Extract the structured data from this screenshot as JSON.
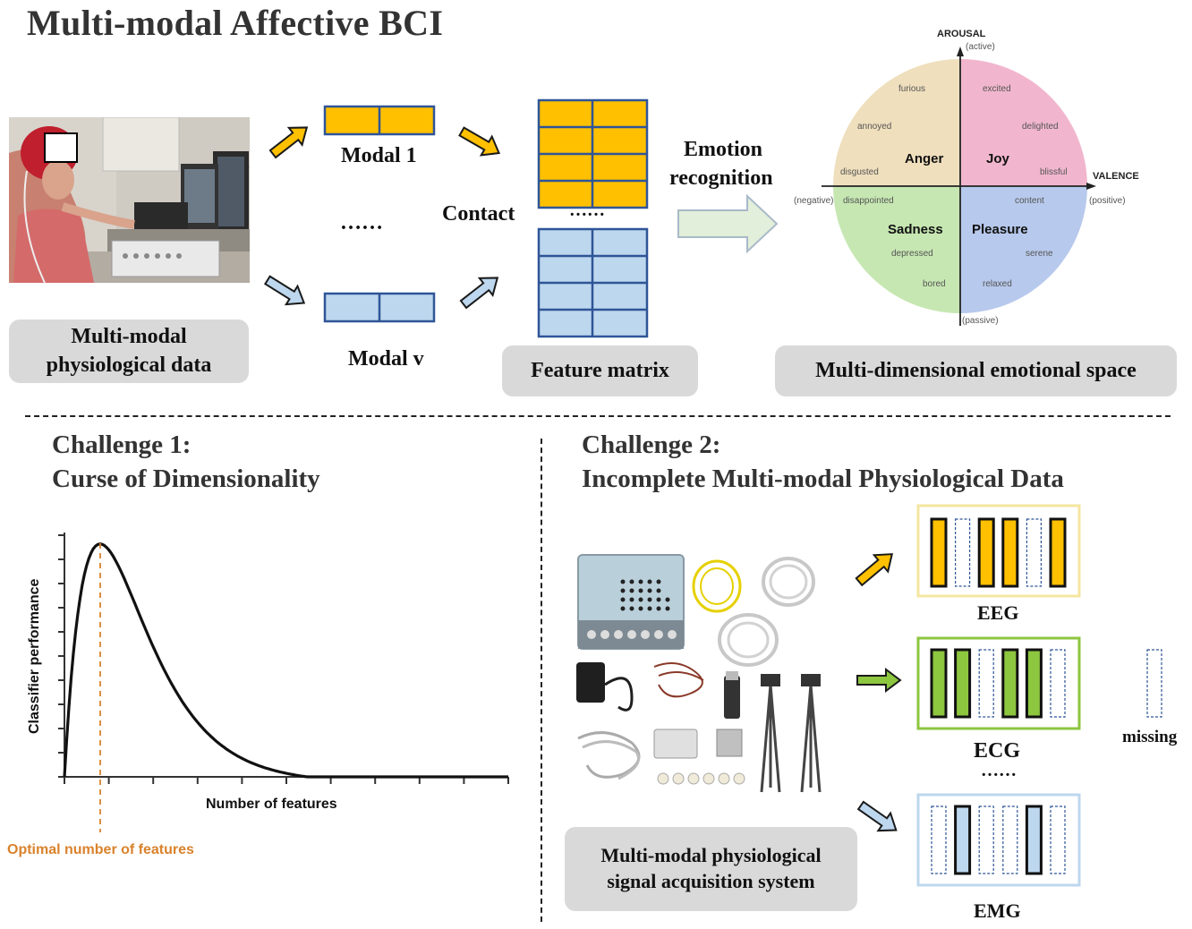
{
  "title": "Multi-modal Affective BCI",
  "top": {
    "data_label": "Multi-modal physiological data",
    "modal_1": "Modal 1",
    "modal_v": "Modal v",
    "ellipsis": "……",
    "contact": "Contact",
    "feature_dots": "……",
    "feature_label": "Feature matrix",
    "emotion_recognition": [
      "Emotion",
      "recognition"
    ],
    "space_label": "Multi-dimensional emotional space"
  },
  "emotion_space": {
    "y_axis": "AROUSAL",
    "y_top": "(active)",
    "y_bottom": "(passive)",
    "x_axis": "VALENCE",
    "x_left": "(negative)",
    "x_right": "(positive)",
    "quadrants": {
      "anger": {
        "name": "Anger",
        "words": [
          "furious",
          "annoyed",
          "disgusted"
        ],
        "color": "#efdfbd"
      },
      "joy": {
        "name": "Joy",
        "words": [
          "excited",
          "delighted",
          "blissful"
        ],
        "color": "#f1b6cd"
      },
      "sadness": {
        "name": "Sadness",
        "words": [
          "disappointed",
          "depressed",
          "bored"
        ],
        "color": "#c6e7b2"
      },
      "pleasure": {
        "name": "Pleasure",
        "words": [
          "content",
          "serene",
          "relaxed"
        ],
        "color": "#b7c9ec"
      }
    }
  },
  "challenge1": {
    "line1": "Challenge 1:",
    "line2": "Curse of Dimensionality",
    "chart": {
      "ylabel": "Classifier performance",
      "xlabel": "Number of features",
      "optimal_label": "Optimal number of features"
    }
  },
  "challenge2": {
    "line1": "Challenge 2:",
    "line2": "Incomplete Multi-modal Physiological Data",
    "system_label": "Multi-modal physiological signal acquisition system",
    "eeg": {
      "label": "EEG",
      "slots": [
        true,
        false,
        true,
        true,
        false,
        true
      ]
    },
    "ecg": {
      "label": "ECG",
      "slots": [
        true,
        true,
        false,
        true,
        true,
        false
      ]
    },
    "dots": "……",
    "emg": {
      "label": "EMG",
      "slots": [
        false,
        true,
        false,
        false,
        true,
        false
      ]
    },
    "missing_label": "missing"
  },
  "colors": {
    "orange": "#ffc000",
    "blue": "#bdd7ee",
    "green": "#8dc63f",
    "matrix_border": "#2f5597",
    "pill": "#d9d9d9",
    "optimal": "#d9822b"
  }
}
